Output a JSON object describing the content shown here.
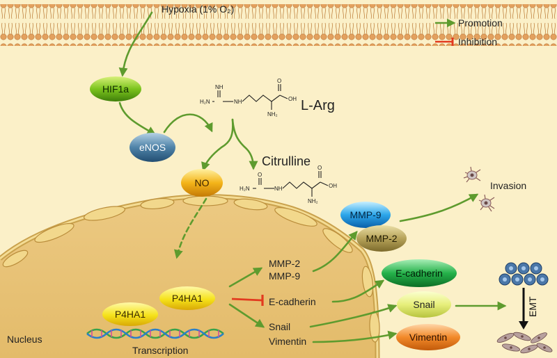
{
  "stimulus": "Hypoxia (1% O₂)",
  "legend": {
    "promotion": "Promotion",
    "inhibition": "Inhibition"
  },
  "nodes": {
    "hif1a": "HIF1a",
    "enos": "eNOS",
    "no": "NO",
    "p4ha1_top": "P4HA1",
    "p4ha1_bottom": "P4HA1",
    "mmp9_oval": "MMP-9",
    "mmp2_oval": "MMP-2",
    "ecadherin_oval": "E-cadherin",
    "snail_oval": "Snail",
    "vimentin_oval": "Vimentin"
  },
  "molecules": {
    "larg": "L-Arg",
    "citrulline": "Citrulline",
    "atoms": {
      "nh": "NH",
      "h2n": "H₂N",
      "oh": "OH",
      "nh2": "NH₂",
      "o": "O"
    }
  },
  "targets": {
    "mmp2": "MMP-2",
    "mmp9": "MMP-9",
    "ecadherin": "E-cadherin",
    "snail": "Snail",
    "vimentin": "Vimentin"
  },
  "outcomes": {
    "invasion": "Invasion",
    "emt": "EMT"
  },
  "labels": {
    "nucleus": "Nucleus",
    "transcription": "Transcription"
  },
  "colors": {
    "background": "#fbf0c8",
    "arrow": "#5e9b2e",
    "inhibit": "#e23a1f",
    "nucleus": "#e8c27a"
  }
}
